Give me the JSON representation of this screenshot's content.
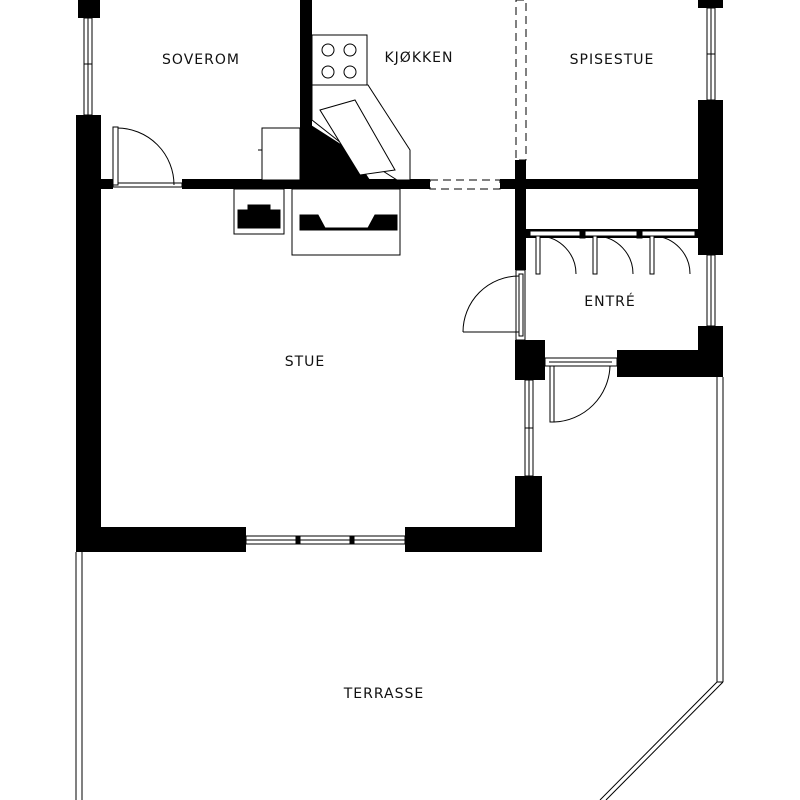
{
  "colors": {
    "wall": "#000000",
    "background": "#ffffff",
    "line": "#000000"
  },
  "rooms": {
    "soverom": "SOVEROM",
    "kjokken": "KJØKKEN",
    "spisestue": "SPISESTUE",
    "entre": "ENTRÉ",
    "stue": "STUE",
    "terrasse": "TERRASSE"
  }
}
